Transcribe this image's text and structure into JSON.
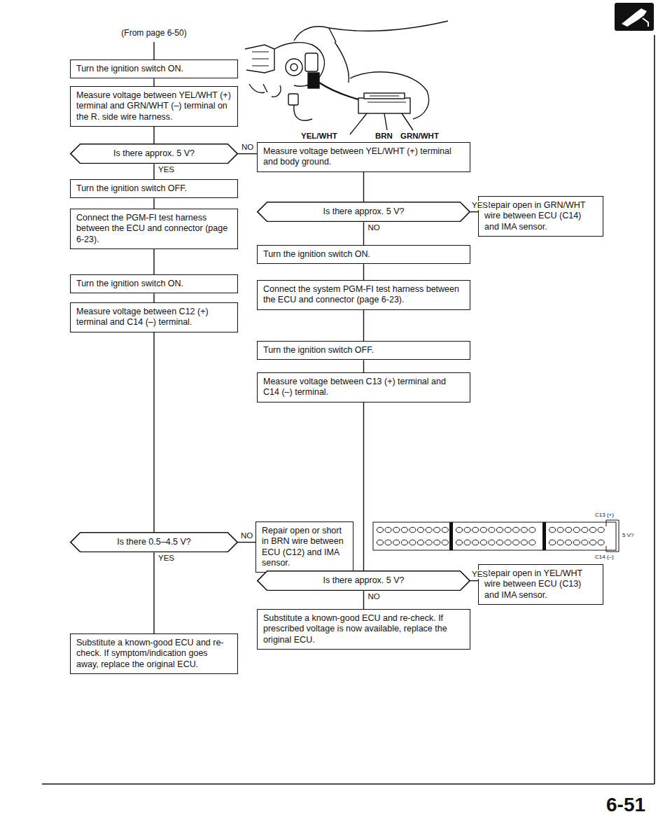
{
  "diagram": {
    "nodes": [
      {
        "text": [
          "Turn the ignition switch ON."
        ]
      },
      {
        "text": [
          "Measure voltage between YEL/WHT (+) terminal and GRN/WHT (–) terminal on the R. side wire harness."
        ]
      },
      {
        "text": [
          "Is there approx. 5 V?"
        ]
      },
      {
        "text": [
          "Turn the ignition switch OFF."
        ]
      },
      {
        "text": [
          "Connect the PGM-FI test harness between the ECU and connector (page 6-23)."
        ]
      },
      {
        "text": [
          "Turn the ignition switch ON."
        ]
      },
      {
        "text": [
          "Measure voltage between C12 (+) terminal and C14 (–) terminal."
        ]
      },
      {
        "text": [
          "Is there 0.5–4.5 V?"
        ]
      },
      {
        "text": [
          "Repair open or short in BRN wire between ECU (C12) and IMA sensor."
        ]
      },
      {
        "text": [
          "Substitute a known-good ECU and re-check. If symptom/indication goes away, replace the original ECU."
        ]
      },
      {
        "text": [
          "Measure voltage between YEL/WHT (+) terminal and body ground."
        ]
      },
      {
        "text": [
          "Is there approx. 5 V?"
        ]
      },
      {
        "text": [
          "Repair open in GRN/WHT wire between ECU (C14) and IMA sensor."
        ]
      },
      {
        "text": [
          "Turn the ignition switch ON."
        ]
      },
      {
        "text": [
          "Connect the system PGM-FI test harness between the ECU and connector (page 6-23)."
        ]
      },
      {
        "text": [
          "Turn the ignition switch OFF."
        ]
      },
      {
        "text": [
          "Measure voltage between C13 (+) terminal and C14 (–) terminal."
        ]
      },
      {
        "text": [
          "Is there approx. 5 V?"
        ]
      },
      {
        "text": [
          "Repair open in YEL/WHT wire between ECU (C13) and IMA sensor."
        ]
      },
      {
        "text": [
          "Substitute a known-good ECU and re-check. If prescribed voltage is now available, replace the original ECU."
        ]
      }
    ],
    "edges": [
      {
        "from": 0,
        "to": 1,
        "arrow": "none"
      },
      {
        "from": 1,
        "to": 2,
        "arrow": "none"
      },
      {
        "from": 2,
        "to": 3,
        "label": "YES",
        "arrow": "none"
      },
      {
        "from": 2,
        "to": 10,
        "label": "NO",
        "arrow": "none"
      },
      {
        "from": 3,
        "to": 4,
        "arrow": "none"
      },
      {
        "from": 4,
        "to": 5,
        "arrow": "none"
      },
      {
        "from": 5,
        "to": 6,
        "arrow": "none"
      },
      {
        "from": 6,
        "to": 7,
        "arrow": "none"
      },
      {
        "from": 7,
        "to": 8,
        "label": "NO",
        "arrow": "none"
      },
      {
        "from": 7,
        "to": 9,
        "label": "YES",
        "arrow": "none"
      },
      {
        "from": 10,
        "to": 11,
        "arrow": "none"
      },
      {
        "from": 11,
        "to": 12,
        "label": "YES",
        "arrow": "none"
      },
      {
        "from": 11,
        "to": 13,
        "label": "NO",
        "arrow": "none"
      },
      {
        "from": 13,
        "to": 14,
        "arrow": "none"
      },
      {
        "from": 14,
        "to": 15,
        "arrow": "none"
      },
      {
        "from": 15,
        "to": 16,
        "arrow": "none"
      },
      {
        "from": 16,
        "to": 17,
        "arrow": "none"
      },
      {
        "from": 17,
        "to": 18,
        "label": "YES",
        "arrow": "none"
      },
      {
        "from": 17,
        "to": 19,
        "label": "NO",
        "arrow": "none"
      }
    ],
    "labels": [
      "(From page 6-50)",
      "YEL/WHT",
      "BRN",
      "GRN/WHT",
      "C13 (+)",
      "5 V?",
      "C14 (–)",
      "6-51"
    ]
  }
}
